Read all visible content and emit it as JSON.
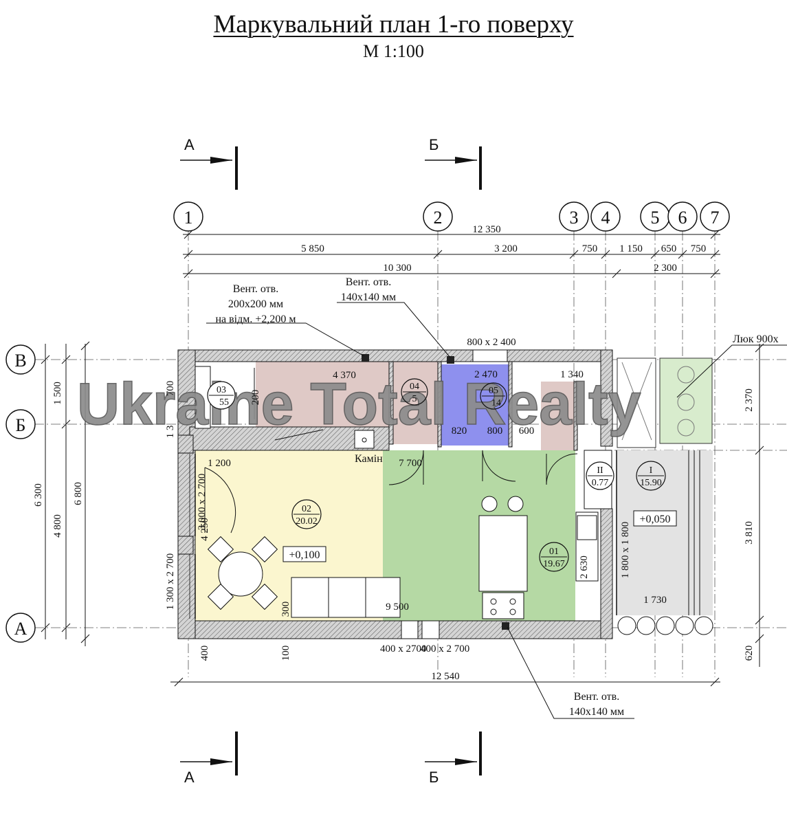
{
  "title": "Маркувальний план 1-го поверху",
  "scale": "М 1:100",
  "watermark": "Ukraine Total Realty",
  "section_marks": [
    "А",
    "Б"
  ],
  "axes_vertical": [
    "1",
    "2",
    "3",
    "4",
    "5",
    "6",
    "7"
  ],
  "axes_horizontal": [
    "В",
    "Б",
    "А"
  ],
  "dims_top": {
    "overall": "12 350",
    "seg_1": "5 850",
    "seg_2": "3 200",
    "seg_3": "750",
    "seg_4": "1 150",
    "seg_5": "650",
    "seg_6": "750",
    "row2_a": "10 300",
    "row2_b": "2 300"
  },
  "dims_bottom": {
    "overall": "12 540",
    "d400": "400",
    "d100": "100",
    "d620": "620",
    "openings": "400 х 2700",
    "opening_2": "400 х 2 700"
  },
  "dims_left": {
    "d1500": "1 500",
    "d6300": "6 300",
    "d4800": "4 800",
    "d6800": "6 800",
    "d700": "700",
    "d13": "1 3",
    "door_left_1": "3 000 х 2 700",
    "door_left_2": "1 300 х 2 700",
    "d4250": "4 250",
    "d1200": "1 200",
    "d300": "300"
  },
  "dims_right": {
    "d2370": "2 370",
    "d3810": "3 810",
    "d1730": "1 730",
    "d2630": "2 630",
    "window_right": "1 800 х 1 800"
  },
  "dims_inner": {
    "door_top": "800 x 2 400",
    "d4370": "4 370",
    "d2470": "2 470",
    "d1340": "1 340",
    "d820": "820",
    "d800": "800",
    "d600": "600",
    "d7700": "7 700",
    "d9500": "9 500",
    "d200": "200"
  },
  "notes": {
    "vent1_l1": "Вент. отв.",
    "vent1_l2": "200х200 мм",
    "vent1_l3": "на відм. +2,200 м",
    "vent2_l1": "Вент. отв.",
    "vent2_l2": "140х140 мм",
    "vent3_l1": "Вент. отв.",
    "vent3_l2": "140х140 мм",
    "hatch": "Люк 900х",
    "fireplace": "Камін"
  },
  "rooms": [
    {
      "num": "01",
      "area": "19.67"
    },
    {
      "num": "02",
      "area": "20.02"
    },
    {
      "num": "03",
      "area": "55"
    },
    {
      "num": "04",
      "area": "5"
    },
    {
      "num": "05",
      "area": "14"
    },
    {
      "num": "II",
      "area": "0.77"
    },
    {
      "num": "I",
      "area": "15.90"
    }
  ],
  "levels": [
    "+0,100",
    "+0,050"
  ],
  "colors": {
    "living": "#fbf6cf",
    "kitchen": "#b5d9a4",
    "corridor": "#dfc9c6",
    "bath": "#8e90ee",
    "terrace": "#e3e3e3",
    "green_box": "#d8eccd",
    "wall": "#d8d8d8",
    "line": "#111111"
  }
}
